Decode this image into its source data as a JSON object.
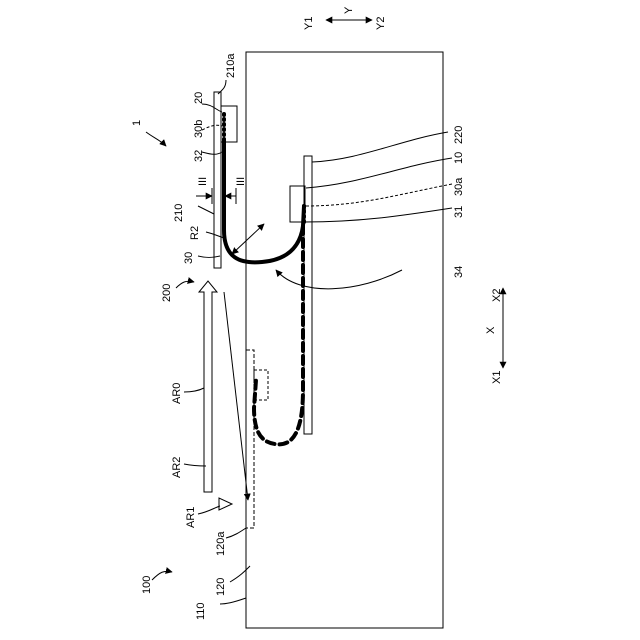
{
  "labels": {
    "ref_1": "1",
    "ref_100": "100",
    "ref_110": "110",
    "ref_120": "120",
    "ref_120a": "120a",
    "ref_200": "200",
    "ref_210": "210",
    "ref_210a": "210a",
    "ref_220": "220",
    "ref_20": "20",
    "ref_10": "10",
    "ref_30": "30",
    "ref_30a": "30a",
    "ref_30b": "30b",
    "ref_31": "31",
    "ref_32": "32",
    "ref_34": "34",
    "ref_R2": "R2",
    "ref_AR0": "AR0",
    "ref_AR1": "AR1",
    "ref_AR2": "AR2",
    "section_top": "III",
    "section_bottom": "III"
  },
  "axes": {
    "y_axis": "Y",
    "y_minus": "Y1",
    "y_plus": "Y2",
    "x_axis": "X",
    "x_minus": "X1",
    "x_plus": "X2"
  }
}
